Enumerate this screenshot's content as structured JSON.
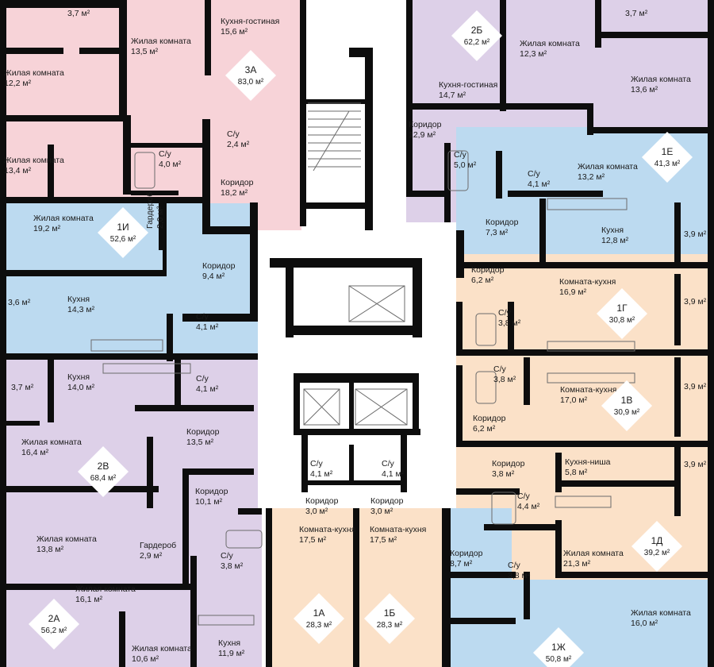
{
  "colors": {
    "pink": "#f7d3d8",
    "blue": "#bcdaf0",
    "purple": "#ddd0e8",
    "peach": "#fbe1c8",
    "corridor": "#ffffff",
    "wall": "#0d0d0d",
    "badge": "#ffffff"
  },
  "apartments": [
    {
      "code": "3А",
      "area": "83,0 м²",
      "color": "pink"
    },
    {
      "code": "2Б",
      "area": "62,2 м²",
      "color": "purple"
    },
    {
      "code": "1И",
      "area": "52,6 м²",
      "color": "blue"
    },
    {
      "code": "1Е",
      "area": "41,3 м²",
      "color": "blue"
    },
    {
      "code": "1Г",
      "area": "30,8 м²",
      "color": "peach"
    },
    {
      "code": "1В",
      "area": "30,9 м²",
      "color": "peach"
    },
    {
      "code": "2В",
      "area": "68,4 м²",
      "color": "purple"
    },
    {
      "code": "1Д",
      "area": "39,2 м²",
      "color": "peach"
    },
    {
      "code": "2А",
      "area": "56,2 м²",
      "color": "purple"
    },
    {
      "code": "1А",
      "area": "28,3 м²",
      "color": "peach"
    },
    {
      "code": "1Б",
      "area": "28,3 м²",
      "color": "peach"
    },
    {
      "code": "1Ж",
      "area": "50,8 м²",
      "color": "blue"
    }
  ],
  "rooms": [
    {
      "name": "",
      "area": "3,7 м²"
    },
    {
      "name": "Жилая комната",
      "area": "13,5 м²"
    },
    {
      "name": "Кухня-гостиная",
      "area": "15,6 м²"
    },
    {
      "name": "Жилая комната",
      "area": "12,2 м²"
    },
    {
      "name": "С/у",
      "area": "2,4 м²"
    },
    {
      "name": "Жилая комната",
      "area": "13,4 м²"
    },
    {
      "name": "С/у",
      "area": "4,0 м²"
    },
    {
      "name": "Коридор",
      "area": "18,2 м²"
    },
    {
      "name": "",
      "area": "3,7 м²"
    },
    {
      "name": "Жилая комната",
      "area": "12,3 м²"
    },
    {
      "name": "Кухня-гостиная",
      "area": "14,7 м²"
    },
    {
      "name": "Жилая комната",
      "area": "13,6 м²"
    },
    {
      "name": "Коридор",
      "area": "12,9 м²"
    },
    {
      "name": "С/у",
      "area": "5,0 м²"
    },
    {
      "name": "С/у",
      "area": "4,1 м²"
    },
    {
      "name": "Жилая комната",
      "area": "13,2 м²"
    },
    {
      "name": "Коридор",
      "area": "7,3 м²"
    },
    {
      "name": "Кухня",
      "area": "12,8 м²"
    },
    {
      "name": "",
      "area": "3,9 м²"
    },
    {
      "name": "Жилая комната",
      "area": "19,2 м²"
    },
    {
      "name": "Гардероб",
      "area": "2,0 м²"
    },
    {
      "name": "Коридор",
      "area": "9,4 м²"
    },
    {
      "name": "",
      "area": "3,6 м²"
    },
    {
      "name": "Кухня",
      "area": "14,3 м²"
    },
    {
      "name": "С/у",
      "area": "4,1 м²"
    },
    {
      "name": "Коридор",
      "area": "6,2 м²"
    },
    {
      "name": "Комната-кухня",
      "area": "16,9 м²"
    },
    {
      "name": "С/у",
      "area": "3,8 м²"
    },
    {
      "name": "",
      "area": "3,9 м²"
    },
    {
      "name": "",
      "area": "3,7 м²"
    },
    {
      "name": "Кухня",
      "area": "14,0 м²"
    },
    {
      "name": "С/у",
      "area": "4,1 м²"
    },
    {
      "name": "С/у",
      "area": "3,8 м²"
    },
    {
      "name": "Комната-кухня",
      "area": "17,0 м²"
    },
    {
      "name": "",
      "area": "3,9 м²"
    },
    {
      "name": "Коридор",
      "area": "6,2 м²"
    },
    {
      "name": "Жилая комната",
      "area": "16,4 м²"
    },
    {
      "name": "Коридор",
      "area": "13,5 м²"
    },
    {
      "name": "С/у",
      "area": "4,1 м²"
    },
    {
      "name": "С/у",
      "area": "4,1 м²"
    },
    {
      "name": "Коридор",
      "area": "3,8 м²"
    },
    {
      "name": "Кухня-ниша",
      "area": "5,8 м²"
    },
    {
      "name": "",
      "area": "3,9 м²"
    },
    {
      "name": "Коридор",
      "area": "10,1 м²"
    },
    {
      "name": "Коридор",
      "area": "3,0 м²"
    },
    {
      "name": "Коридор",
      "area": "3,0 м²"
    },
    {
      "name": "С/у",
      "area": "4,4 м²"
    },
    {
      "name": "Жилая комната",
      "area": "13,8 м²"
    },
    {
      "name": "Гардероб",
      "area": "2,9 м²"
    },
    {
      "name": "С/у",
      "area": "3,8 м²"
    },
    {
      "name": "Комната-кухня",
      "area": "17,5 м²"
    },
    {
      "name": "Комната-кухня",
      "area": "17,5 м²"
    },
    {
      "name": "Коридор",
      "area": "8,7 м²"
    },
    {
      "name": "С/у",
      "area": "3,8 м²"
    },
    {
      "name": "Жилая комната",
      "area": "21,3 м²"
    },
    {
      "name": "Жилая комната",
      "area": "16,1 м²"
    },
    {
      "name": "Жилая комната",
      "area": "16,0 м²"
    },
    {
      "name": "Жилая комната",
      "area": "10,6 м²"
    },
    {
      "name": "Кухня",
      "area": "11,9 м²"
    }
  ]
}
